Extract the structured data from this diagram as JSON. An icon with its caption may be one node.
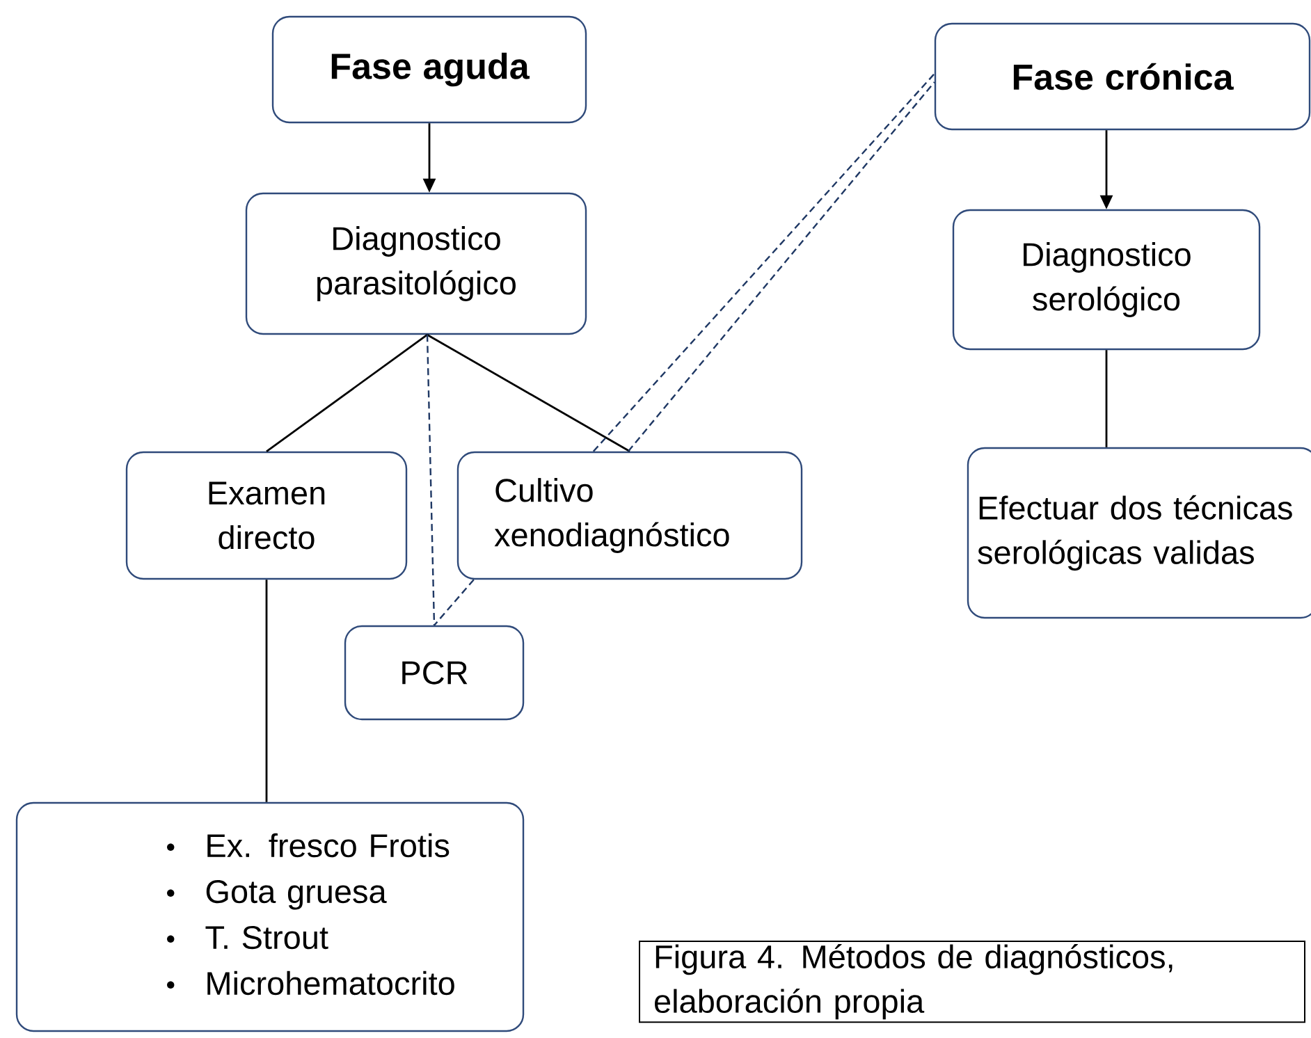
{
  "diagram": {
    "caption": "Figura  4. Métodos de diagnósticos, elaboración propia",
    "nodes": [
      {
        "text": [
          "Fase aguda"
        ]
      },
      {
        "text": [
          "Fase crónica"
        ]
      },
      {
        "text": [
          "Diagnostico parasitológico"
        ]
      },
      {
        "text": [
          "Diagnostico serológico"
        ]
      },
      {
        "text": [
          "Examen directo"
        ]
      },
      {
        "text": [
          "Cultivo xenodiagnóstico"
        ]
      },
      {
        "text": [
          "Efectuar dos técnicas serológicas validas"
        ]
      },
      {
        "text": [
          "PCR"
        ]
      },
      {
        "text": [
          "Ex. fresco Frotis",
          "Gota gruesa",
          "T. Strout",
          "Microhematocrito"
        ]
      }
    ],
    "edges": [
      {
        "from": 0,
        "to": 2,
        "arrow": "to"
      },
      {
        "from": 1,
        "to": 3,
        "arrow": "to"
      },
      {
        "from": 2,
        "to": 4,
        "arrow": "none"
      },
      {
        "from": 2,
        "to": 5,
        "arrow": "none"
      },
      {
        "from": 2,
        "to": 7,
        "arrow": "none",
        "style": "dashed",
        "color": "#1f3864"
      },
      {
        "from": 3,
        "to": 6,
        "arrow": "none"
      },
      {
        "from": 4,
        "to": 8,
        "arrow": "none"
      },
      {
        "from": 5,
        "to": 7,
        "arrow": "none",
        "style": "dashed",
        "color": "#1f3864"
      },
      {
        "from": 5,
        "to": 1,
        "arrow": "none",
        "style": "dashed",
        "color": "#1f3864"
      },
      {
        "from": 5,
        "to": 1,
        "arrow": "none",
        "style": "dashed",
        "color": "#1f3864"
      }
    ]
  }
}
